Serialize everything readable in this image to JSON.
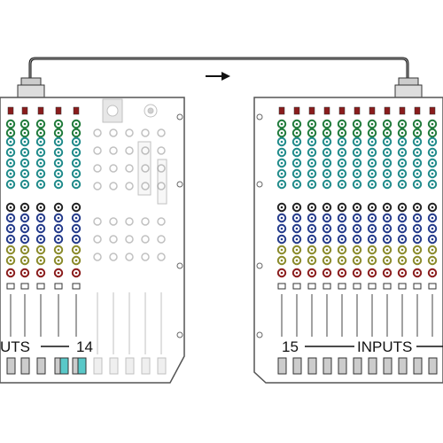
{
  "left_mixer": {
    "channel_range_label": "UTS",
    "last_channel_label": "14"
  },
  "right_mixer": {
    "first_channel_label": "15",
    "inputs_label": "INPUTS"
  },
  "link": {
    "direction": "left-to-right",
    "arrow_icon": "arrow-right-icon"
  },
  "colors": {
    "cable": "#111111",
    "panel_stroke": "#555555",
    "knob_red": "#8a1c1c",
    "knob_green": "#1f7a3a",
    "knob_teal": "#1f8a8a",
    "knob_blue": "#233a8a",
    "knob_olive": "#8a8a2a",
    "highlight_fader": "#59c8c8"
  }
}
